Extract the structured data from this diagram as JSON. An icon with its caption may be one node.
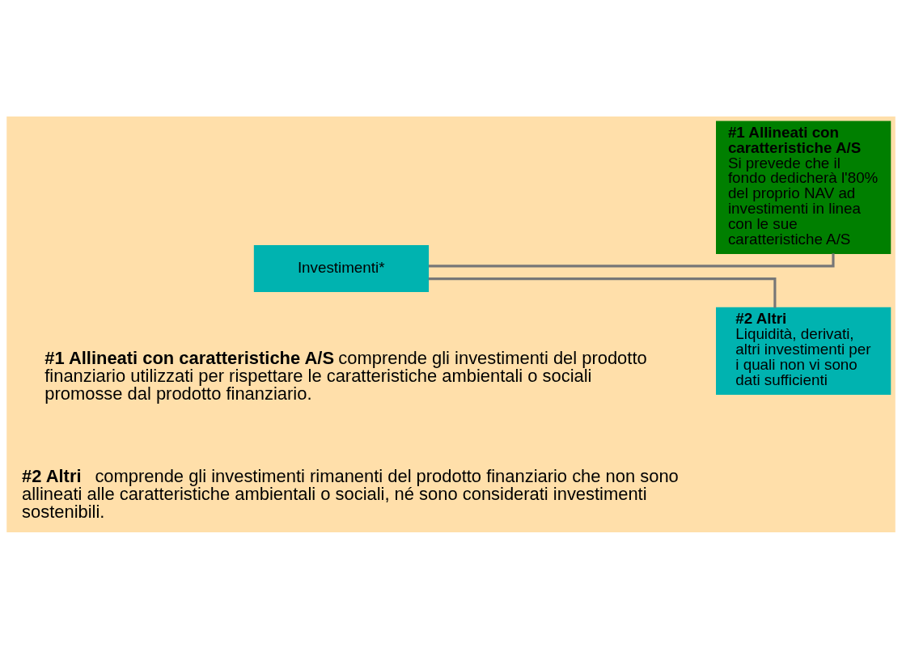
{
  "diagram": {
    "nodes": [
      {
        "text": [
          "Investimenti*"
        ]
      },
      {
        "text": [
          "#1 Allineati con caratteristiche A/S",
          "Si prevede che il fondo dedicherà l'80% del proprio NAV ad investimenti in linea con le sue caratteristiche A/S"
        ]
      },
      {
        "text": [
          "#2 Altri",
          "Liquidità, derivati, altri investimenti per i quali non vi sono dati sufficienti"
        ]
      }
    ],
    "edges": [
      {
        "from": 0,
        "to": 1,
        "arrow": "none"
      },
      {
        "from": 0,
        "to": 2,
        "arrow": "none"
      }
    ],
    "labels": [
      "**#1 Allineati con caratteristiche A/S** comprende gli investimenti del prodotto finanziario utilizzati per rispettare le caratteristiche ambientali o sociali promosse dal prodotto finanziario.",
      "**#2 Altri** comprende gli investimenti rimanenti del prodotto finanziario che non sono allineati alle caratteristiche ambientali o sociali, né sono considerati investimenti sostenibili."
    ]
  }
}
